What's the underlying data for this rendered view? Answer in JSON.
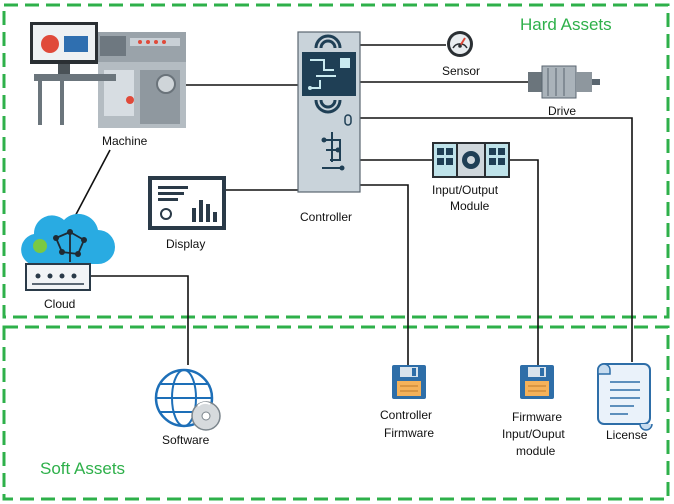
{
  "regions": {
    "hard": {
      "title": "Hard Assets"
    },
    "soft": {
      "title": "Soft Assets"
    }
  },
  "nodes": {
    "machine": {
      "label": "Machine",
      "icon": "machine-icon"
    },
    "controller": {
      "label": "Controller",
      "icon": "controller-icon"
    },
    "sensor": {
      "label": "Sensor",
      "icon": "gauge-icon"
    },
    "drive": {
      "label": "Drive",
      "icon": "motor-icon"
    },
    "io_module": {
      "label_line1": "Input/Output",
      "label_line2": "Module",
      "icon": "io-module-icon"
    },
    "display": {
      "label": "Display",
      "icon": "display-icon"
    },
    "cloud": {
      "label": "Cloud",
      "icon": "cloud-icon"
    },
    "software": {
      "label": "Software",
      "icon": "globe-disc-icon"
    },
    "ctrl_fw": {
      "label_line1": "Controller",
      "label_line2": "Firmware",
      "icon": "floppy-icon"
    },
    "io_fw": {
      "label_line1": "Firmware",
      "label_line2": "Input/Ouput",
      "label_line3": "module",
      "icon": "floppy-icon"
    },
    "license": {
      "label": "License",
      "icon": "scroll-icon"
    }
  },
  "colors": {
    "region_border": "#2eb04a",
    "region_title": "#2eb04a",
    "connector": "#111111",
    "controller_panel": "#c9d3da",
    "circuit": "#1f3f55",
    "accent_teal": "#35a7a3",
    "cloud": "#29abe2",
    "floppy": "#2e6ea8"
  }
}
